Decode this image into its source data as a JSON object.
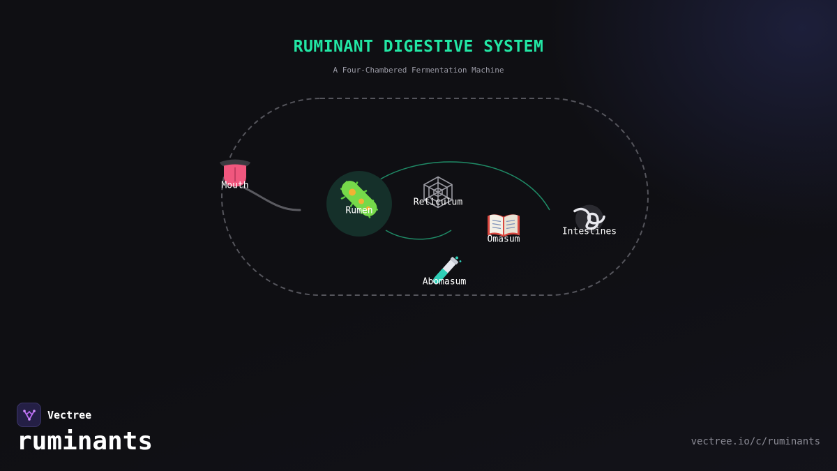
{
  "header": {
    "title": "RUMINANT DIGESTIVE SYSTEM",
    "subtitle": "A Four-Chambered Fermentation Machine"
  },
  "diagram": {
    "nodes": [
      {
        "id": "mouth",
        "label": "Mouth",
        "icon": "tongue-icon"
      },
      {
        "id": "rumen",
        "label": "Rumen",
        "icon": "microbe-icon"
      },
      {
        "id": "reticulum",
        "label": "Reticulum",
        "icon": "spider-web-icon"
      },
      {
        "id": "omasum",
        "label": "Omasum",
        "icon": "open-book-icon"
      },
      {
        "id": "abomasum",
        "label": "Abomasum",
        "icon": "test-tube-icon"
      },
      {
        "id": "intestines",
        "label": "Intestines",
        "icon": "double-curly-loop-icon"
      }
    ],
    "colors": {
      "accent": "#22e6a4",
      "cycle_line": "#1f8a66",
      "boundary": "#55555c",
      "rumen_halo": "#15302a"
    }
  },
  "footer": {
    "brand_name": "Vectree",
    "channel": "ruminants",
    "url": "vectree.io/c/ruminants"
  }
}
